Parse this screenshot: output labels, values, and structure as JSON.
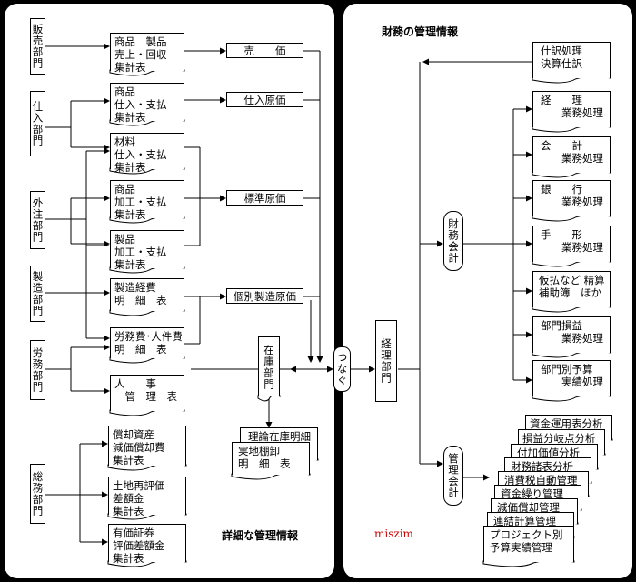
{
  "left_title": "詳細な管理情報",
  "right_title": "財務の管理情報",
  "watermark": "miszim",
  "departments": {
    "sales": "販売部門",
    "purchase": "仕入部門",
    "outsource": "外注部門",
    "manufacturing": "製造部門",
    "labor": "労務部門",
    "general": "総務部門",
    "inventory": "在庫部門",
    "center": "つなぐ",
    "accounting": "経理部門",
    "financial": "財務会計",
    "management": "管理会計"
  },
  "left_docs": [
    "商品　製品\n売上・回収\n集計表",
    "商品\n仕入・支払\n集計表",
    "材料\n仕入・支払\n集計表",
    "商品\n加工・支払\n集計表",
    "製品\n加工・支払\n集計表",
    "製造経費\n明　細　表",
    "労務費･人件費\n明　細　表",
    "人　　事\n　管　理　表",
    "償却資産\n減価償却費\n集計表",
    "土地再評価\n差額金\n集計表",
    "有価証券\n評価差額金\n集計表"
  ],
  "cost_labels": {
    "sales_price": "売　　価",
    "purchase_cost": "仕入原価",
    "standard_cost": "標準原価",
    "individual_cost": "個別製造原価"
  },
  "inventory_docs": [
    "理論在庫明細",
    "実地棚卸\n明　細　表"
  ],
  "finance_docs": [
    "仕訳処理\n決算仕訳",
    "経　　理\n　　業務処理",
    "会　　計\n　　業務処理",
    "銀　　行\n　　業務処理",
    "手　　形\n　　業務処理",
    "仮払など 精算\n補助簿　ほか",
    "部門損益\n　　業務処理",
    "部門別予算\n　　実績処理"
  ],
  "management_docs": [
    "資金運用表分析",
    "損益分岐点分析",
    "付加価値分析",
    "財務諸表分析",
    "消費税自動管理",
    "資金繰り管理",
    "減価償却管理",
    "連結計算管理",
    "プロジェクト別\n予算実績管理"
  ]
}
